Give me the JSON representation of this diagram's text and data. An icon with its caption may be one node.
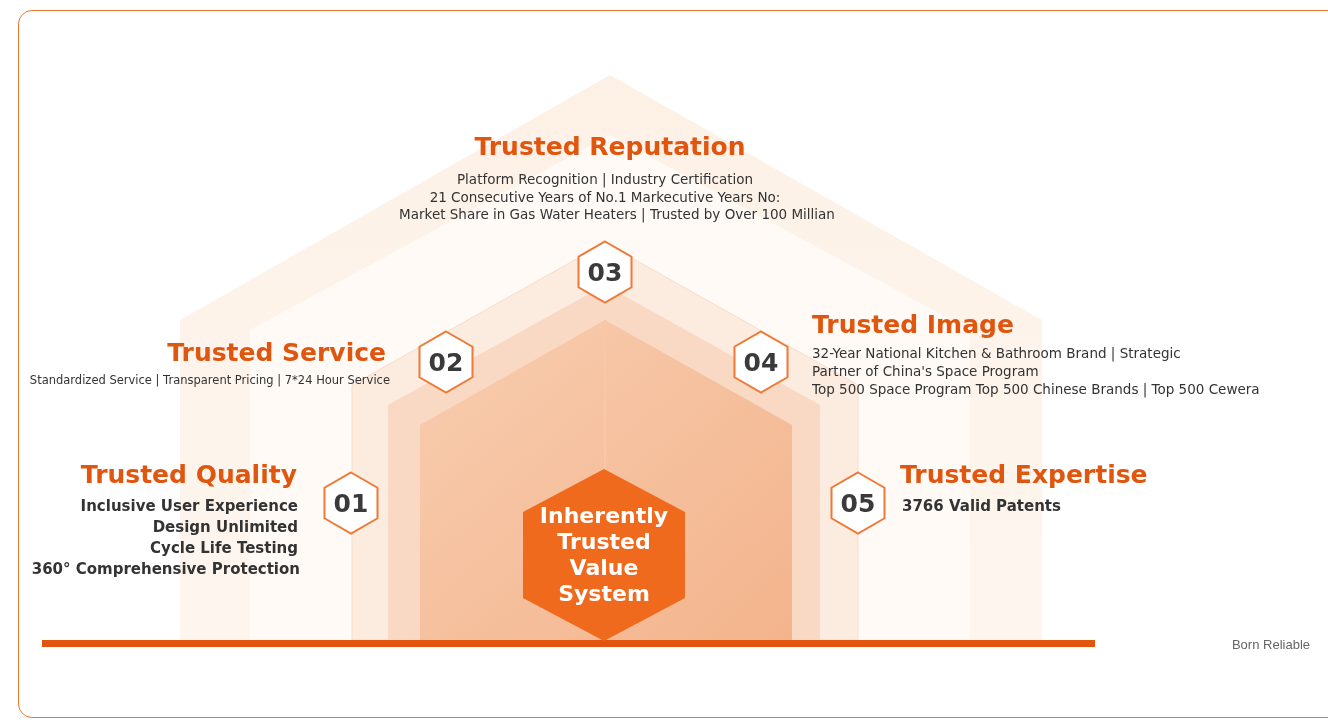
{
  "diagram": {
    "nodes": [
      {
        "text": [
          "01"
        ],
        "beside": [
          "Trusted Quality"
        ]
      },
      {
        "text": [
          "02"
        ],
        "beside": [
          "Trusted Service"
        ]
      },
      {
        "text": [
          "03"
        ],
        "beside": [
          "Trusted Reputation"
        ]
      },
      {
        "text": [
          "04"
        ],
        "beside": [
          "Trusted Image"
        ]
      },
      {
        "text": [
          "05"
        ],
        "beside": [
          "Trusted Expertise"
        ]
      },
      {
        "text": [
          "Inherently Trusted Value System"
        ]
      }
    ],
    "labels": [
      "Platform Recognition | Industry Certification",
      "21 Consecutive Years of No.1 Markecutive Years No:",
      "Market Share in Gas Water Heaters | Trusted by Over 100 Millian",
      "Standardized Service | Transparent Pricing | 7*24 Hour Service",
      "32-Year National Kitchen & Bathroom Brand | Strategic",
      "Partner of China's Space Program",
      "Top 500 Space Program Top 500 Chinese Brands | Top 500 Cewera",
      "Inclusive User Experience",
      "Design Unlimited",
      "Cycle Life Testing",
      "360°  Comprehensive Protection",
      "3766 Valid Patents",
      "Born Reliable"
    ]
  }
}
